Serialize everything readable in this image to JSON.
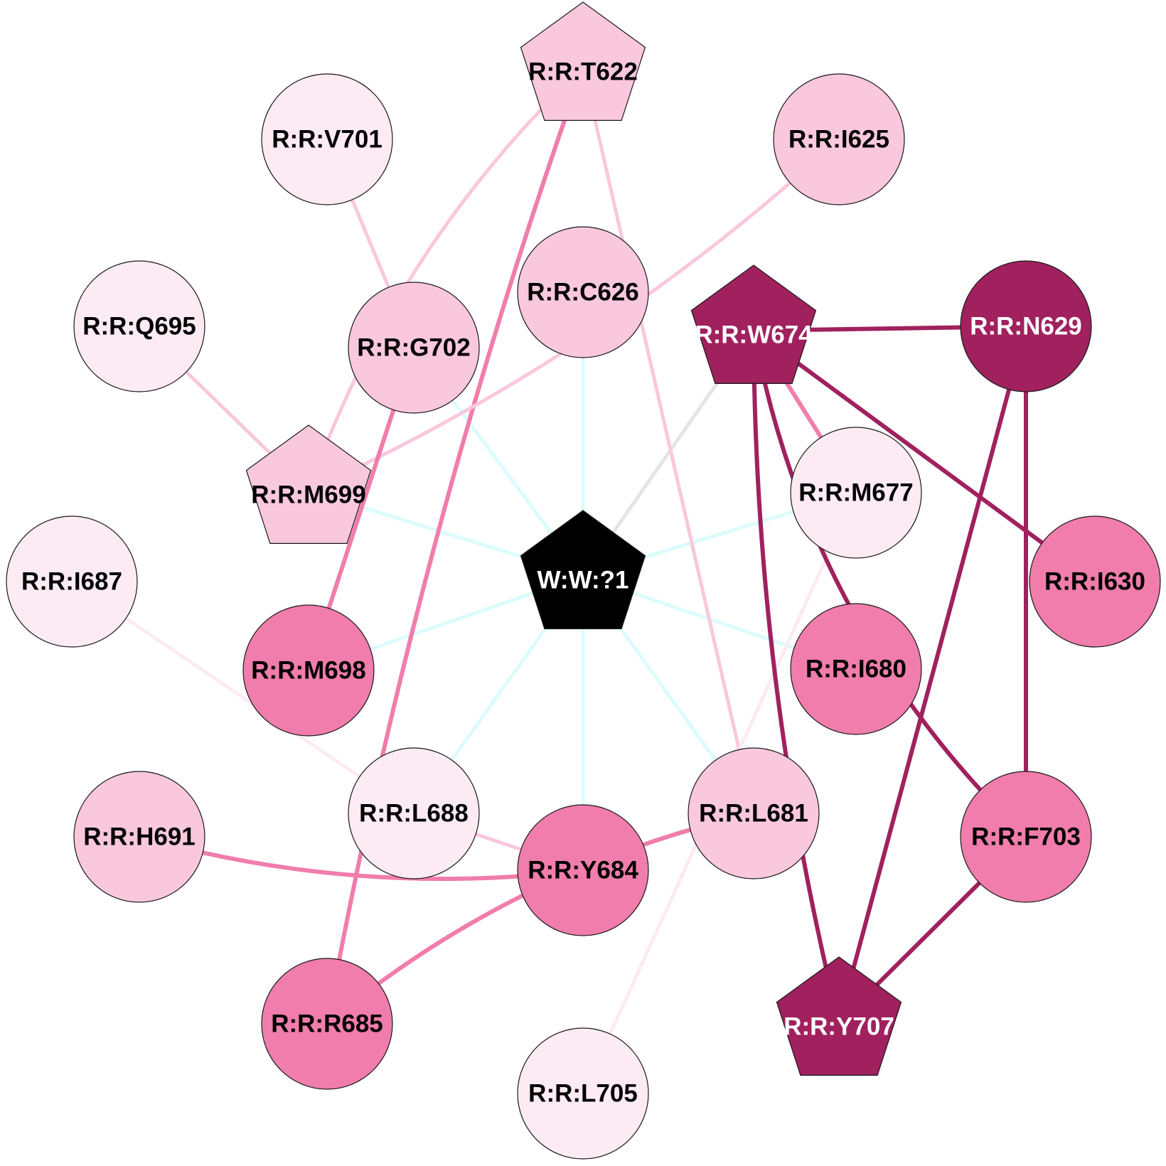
{
  "palette": {
    "light": "#fcebf3",
    "pale": "#f9c8dd",
    "mid": "#f07dab",
    "dark": "#a0215e",
    "hub": "#000000",
    "edge_water": "#dcfcfc",
    "edge_grey": "#e5e5e5",
    "stroke": "#1a1a1a"
  },
  "nodes": [
    {
      "id": "T622",
      "label": "R:R:T622",
      "shape": "pentagon",
      "tone": "pale"
    },
    {
      "id": "V701",
      "label": "R:R:V701",
      "shape": "circle",
      "tone": "light"
    },
    {
      "id": "I625",
      "label": "R:R:I625",
      "shape": "circle",
      "tone": "pale"
    },
    {
      "id": "C626",
      "label": "R:R:C626",
      "shape": "circle",
      "tone": "pale"
    },
    {
      "id": "Q695",
      "label": "R:R:Q695",
      "shape": "circle",
      "tone": "light"
    },
    {
      "id": "G702",
      "label": "R:R:G702",
      "shape": "circle",
      "tone": "pale"
    },
    {
      "id": "W674",
      "label": "R:R:W674",
      "shape": "pentagon",
      "tone": "dark"
    },
    {
      "id": "N629",
      "label": "R:R:N629",
      "shape": "circle",
      "tone": "dark"
    },
    {
      "id": "M699",
      "label": "R:R:M699",
      "shape": "pentagon",
      "tone": "pale"
    },
    {
      "id": "M677",
      "label": "R:R:M677",
      "shape": "circle",
      "tone": "light"
    },
    {
      "id": "I687",
      "label": "R:R:I687",
      "shape": "circle",
      "tone": "light"
    },
    {
      "id": "W1",
      "label": "W:W:?1",
      "shape": "pentagon",
      "tone": "hub"
    },
    {
      "id": "I630",
      "label": "R:R:I630",
      "shape": "circle",
      "tone": "mid"
    },
    {
      "id": "M698",
      "label": "R:R:M698",
      "shape": "circle",
      "tone": "mid"
    },
    {
      "id": "I680",
      "label": "R:R:I680",
      "shape": "circle",
      "tone": "mid"
    },
    {
      "id": "L688",
      "label": "R:R:L688",
      "shape": "circle",
      "tone": "light"
    },
    {
      "id": "L681",
      "label": "R:R:L681",
      "shape": "circle",
      "tone": "pale"
    },
    {
      "id": "H691",
      "label": "R:R:H691",
      "shape": "circle",
      "tone": "pale"
    },
    {
      "id": "Y684",
      "label": "R:R:Y684",
      "shape": "circle",
      "tone": "mid"
    },
    {
      "id": "F703",
      "label": "R:R:F703",
      "shape": "circle",
      "tone": "mid"
    },
    {
      "id": "R685",
      "label": "R:R:R685",
      "shape": "circle",
      "tone": "mid"
    },
    {
      "id": "Y707",
      "label": "R:R:Y707",
      "shape": "pentagon",
      "tone": "dark"
    },
    {
      "id": "L705",
      "label": "R:R:L705",
      "shape": "circle",
      "tone": "light"
    }
  ],
  "edges": [
    {
      "source": "W1",
      "target": "C626",
      "tone": "edge_water"
    },
    {
      "source": "W1",
      "target": "G702",
      "tone": "edge_water"
    },
    {
      "source": "W1",
      "target": "M699",
      "tone": "edge_water"
    },
    {
      "source": "W1",
      "target": "M698",
      "tone": "edge_water"
    },
    {
      "source": "W1",
      "target": "L688",
      "tone": "edge_water"
    },
    {
      "source": "W1",
      "target": "Y684",
      "tone": "edge_water"
    },
    {
      "source": "W1",
      "target": "L681",
      "tone": "edge_water"
    },
    {
      "source": "W1",
      "target": "I680",
      "tone": "edge_water"
    },
    {
      "source": "W1",
      "target": "M677",
      "tone": "edge_water"
    },
    {
      "source": "W1",
      "target": "W674",
      "tone": "edge_grey"
    },
    {
      "source": "T622",
      "target": "M699",
      "tone": "pale",
      "bend": 0.12
    },
    {
      "source": "T622",
      "target": "L681",
      "tone": "pale"
    },
    {
      "source": "T622",
      "target": "R685",
      "tone": "mid",
      "bend": 0.04
    },
    {
      "source": "V701",
      "target": "G702",
      "tone": "pale"
    },
    {
      "source": "I625",
      "target": "M699",
      "tone": "pale",
      "bend": -0.08
    },
    {
      "source": "Q695",
      "target": "M699",
      "tone": "pale"
    },
    {
      "source": "G702",
      "target": "M698",
      "tone": "mid"
    },
    {
      "source": "I687",
      "target": "L688",
      "tone": "light"
    },
    {
      "source": "L688",
      "target": "Y684",
      "tone": "pale"
    },
    {
      "source": "H691",
      "target": "Y684",
      "tone": "mid",
      "bend": 0.1
    },
    {
      "source": "L681",
      "target": "R685",
      "tone": "mid",
      "bend": 0.12
    },
    {
      "source": "M677",
      "target": "L705",
      "tone": "light"
    },
    {
      "source": "W674",
      "target": "M677",
      "tone": "mid"
    },
    {
      "source": "W674",
      "target": "N629",
      "tone": "dark"
    },
    {
      "source": "W674",
      "target": "I630",
      "tone": "dark"
    },
    {
      "source": "W674",
      "target": "F703",
      "tone": "dark",
      "bend": 0.16
    },
    {
      "source": "W674",
      "target": "Y707",
      "tone": "dark",
      "bend": 0.06
    },
    {
      "source": "N629",
      "target": "Y707",
      "tone": "dark"
    },
    {
      "source": "N629",
      "target": "F703",
      "tone": "dark"
    },
    {
      "source": "F703",
      "target": "Y707",
      "tone": "dark"
    }
  ]
}
